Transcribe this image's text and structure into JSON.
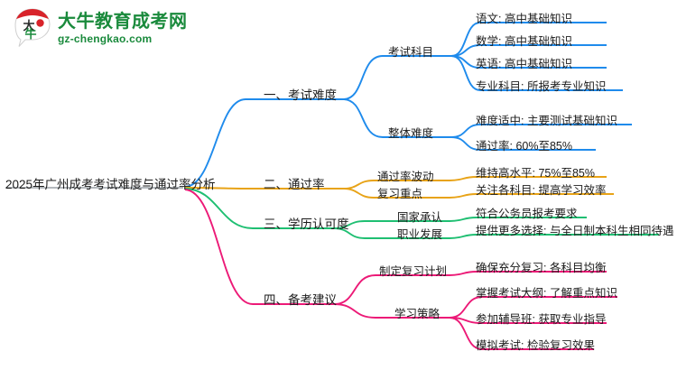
{
  "logo": {
    "mark_text": "大牛",
    "brand_name": "大牛教育成考网",
    "brand_url": "gz-chengkao.com",
    "brand_color": "#1a8a3c",
    "mark_accent_color": "#d8232a"
  },
  "mindmap": {
    "root": "2025年广州成考考试难度与通过率分析",
    "branch_colors": {
      "branch1": "#1f8bec",
      "branch2": "#e8a317",
      "branch3": "#1fbf72",
      "branch4": "#ec1a77"
    },
    "branches": [
      {
        "title": "一、考试难度",
        "color": "#1f8bec",
        "children": [
          {
            "title": "考试科目",
            "leaves": [
              "语文: 高中基础知识",
              "数学: 高中基础知识",
              "英语: 高中基础知识",
              "专业科目: 所报考专业知识"
            ]
          },
          {
            "title": "整体难度",
            "leaves": [
              "难度适中: 主要测试基础知识",
              "通过率: 60%至85%"
            ]
          }
        ]
      },
      {
        "title": "二、通过率",
        "color": "#e8a317",
        "children": [
          {
            "title": "通过率波动",
            "leaves": [
              "维持高水平: 75%至85%"
            ]
          },
          {
            "title": "复习重点",
            "leaves": [
              "关注各科目: 提高学习效率"
            ]
          }
        ]
      },
      {
        "title": "三、学历认可度",
        "color": "#1fbf72",
        "children": [
          {
            "title": "国家承认",
            "leaves": [
              "符合公务员报考要求"
            ]
          },
          {
            "title": "职业发展",
            "leaves": [
              "提供更多选择: 与全日制本科生相同待遇"
            ]
          }
        ]
      },
      {
        "title": "四、备考建议",
        "color": "#ec1a77",
        "children": [
          {
            "title": "制定复习计划",
            "leaves": [
              "确保充分复习: 各科目均衡"
            ]
          },
          {
            "title": "学习策略",
            "leaves": [
              "掌握考试大纲: 了解重点知识",
              "参加辅导班: 获取专业指导",
              "模拟考试: 检验复习效果"
            ]
          }
        ]
      }
    ]
  }
}
